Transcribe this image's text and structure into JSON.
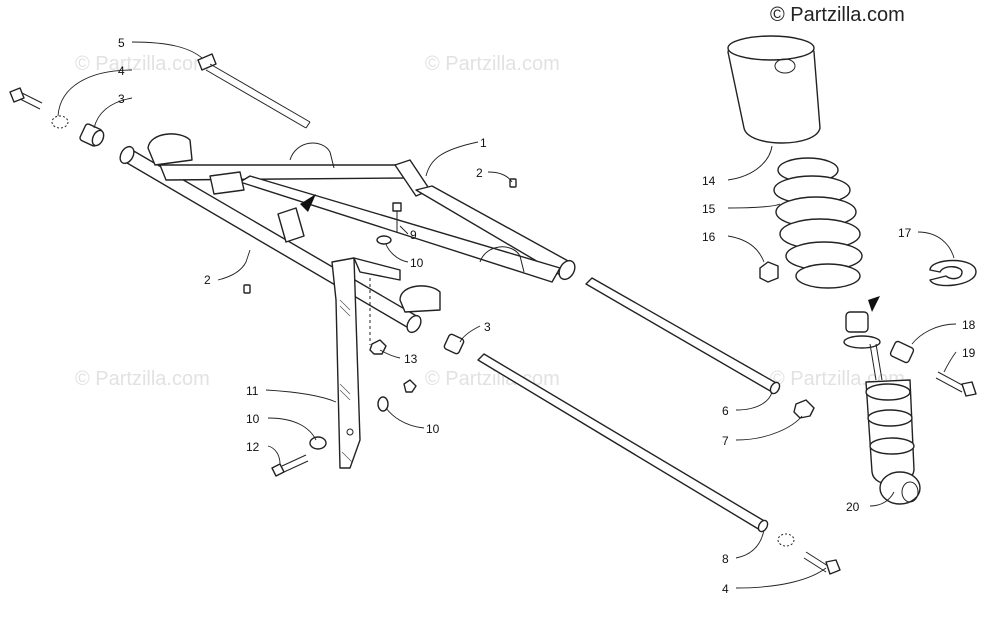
{
  "brand": {
    "watermark_text": "© Partzilla.com"
  },
  "callouts": [
    {
      "id": "c5",
      "label": "5"
    },
    {
      "id": "c4a",
      "label": "4"
    },
    {
      "id": "c3a",
      "label": "3"
    },
    {
      "id": "c1",
      "label": "1"
    },
    {
      "id": "c2a",
      "label": "2"
    },
    {
      "id": "c9",
      "label": "9"
    },
    {
      "id": "c10a",
      "label": "10"
    },
    {
      "id": "c2b",
      "label": "2"
    },
    {
      "id": "c3b",
      "label": "3"
    },
    {
      "id": "c13",
      "label": "13"
    },
    {
      "id": "c11",
      "label": "11"
    },
    {
      "id": "c10b",
      "label": "10"
    },
    {
      "id": "c10c",
      "label": "10"
    },
    {
      "id": "c12",
      "label": "12"
    },
    {
      "id": "c6",
      "label": "6"
    },
    {
      "id": "c7",
      "label": "7"
    },
    {
      "id": "c8",
      "label": "8"
    },
    {
      "id": "c4b",
      "label": "4"
    },
    {
      "id": "c14",
      "label": "14"
    },
    {
      "id": "c15",
      "label": "15"
    },
    {
      "id": "c16",
      "label": "16"
    },
    {
      "id": "c17",
      "label": "17"
    },
    {
      "id": "c18",
      "label": "18"
    },
    {
      "id": "c19",
      "label": "19"
    },
    {
      "id": "c20",
      "label": "20"
    }
  ]
}
